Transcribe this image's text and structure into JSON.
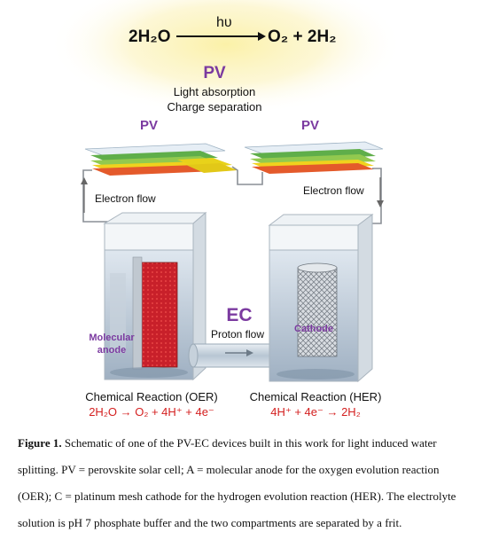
{
  "equation": {
    "left": "2H₂O",
    "light": "hυ",
    "right": "O₂ + 2H₂"
  },
  "pv_block": {
    "title": "PV",
    "line1": "Light absorption",
    "line2": "Charge separation"
  },
  "labels": {
    "pv_left": "PV",
    "pv_right": "PV",
    "electron_flow_left": "Electron flow",
    "electron_flow_right": "Electron flow",
    "ec": "EC",
    "proton_flow": "Proton flow",
    "molecular_anode_line1": "Molecular",
    "molecular_anode_line2": "anode",
    "cathode": "Cathode",
    "oer_title": "Chemical Reaction (OER)",
    "oer_equation": "2H₂O → O₂ + 4H⁺ + 4e⁻",
    "her_title": "Chemical Reaction (HER)",
    "her_equation": "4H⁺ + 4e⁻ → 2H₂"
  },
  "caption": {
    "label": "Figure 1.",
    "line1": "Schematic of one of the PV-EC devices built in this work for light induced water",
    "line2": "splitting. PV = perovskite solar cell; A = molecular anode for the oxygen evolution reaction",
    "line3": "(OER); C = platinum mesh cathode for the hydrogen evolution reaction (HER). The electrolyte",
    "line4": "solution is pH 7 phosphate buffer and the two compartments are separated by a frit."
  },
  "colors": {
    "purple": "#7b3aa0",
    "red": "#d42020",
    "sun": "#f6e690"
  }
}
